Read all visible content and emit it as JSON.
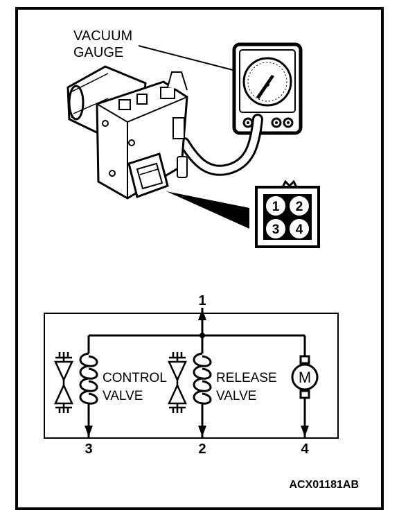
{
  "gauge": {
    "label_line1": "VACUUM",
    "label_line2": "GAUGE"
  },
  "connector": {
    "pins": [
      "1",
      "2",
      "3",
      "4"
    ]
  },
  "circuit": {
    "terminal_top": "1",
    "terminal_bottom_left": "3",
    "terminal_bottom_mid": "2",
    "terminal_bottom_right": "4",
    "control_valve_line1": "CONTROL",
    "control_valve_line2": "VALVE",
    "release_valve_line1": "RELEASE",
    "release_valve_line2": "VALVE",
    "motor_symbol": "M"
  },
  "figure_id": "ACX01181AB"
}
